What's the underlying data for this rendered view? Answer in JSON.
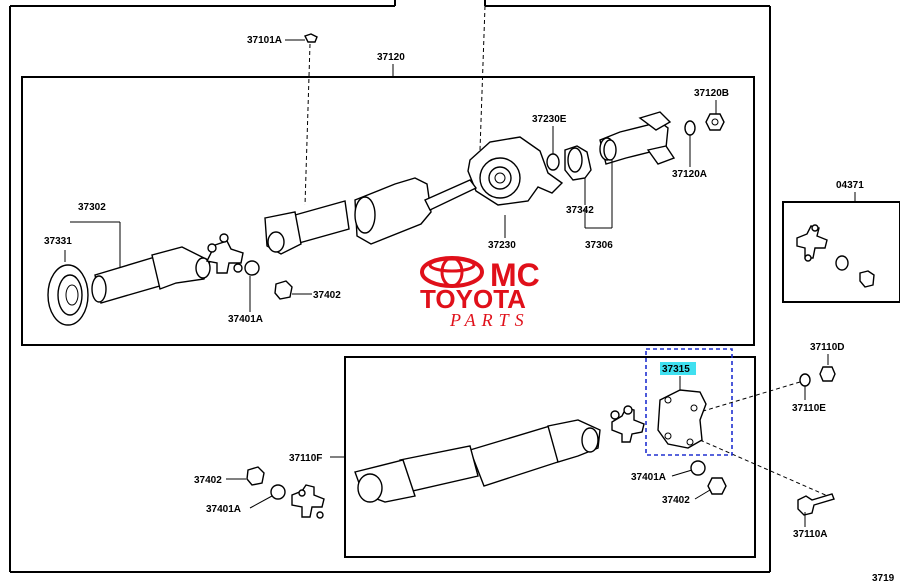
{
  "labels": {
    "p37101A": "37101A",
    "p37120": "37120",
    "p37120B": "37120B",
    "p37230E": "37230E",
    "p37120A": "37120A",
    "p37302": "37302",
    "p37331": "37331",
    "p37342": "37342",
    "p37230": "37230",
    "p37306": "37306",
    "p37402_top": "37402",
    "p37401A_top": "37401A",
    "p04371": "04371",
    "p37110D": "37110D",
    "p37110E": "37110E",
    "p37315": "37315",
    "p37110F": "37110F",
    "p37402_left": "37402",
    "p37401A_left": "37401A",
    "p37401A_right": "37401A",
    "p37402_right": "37402",
    "p37110A": "37110A",
    "corner": "3719"
  },
  "logo": {
    "brand_line1": "MC",
    "brand_line2": "TOYOTA",
    "brand_line3": "PARTS",
    "color": "#e0101a"
  },
  "highlight_color": "#40e0f0",
  "selection_color": "#2030d0"
}
